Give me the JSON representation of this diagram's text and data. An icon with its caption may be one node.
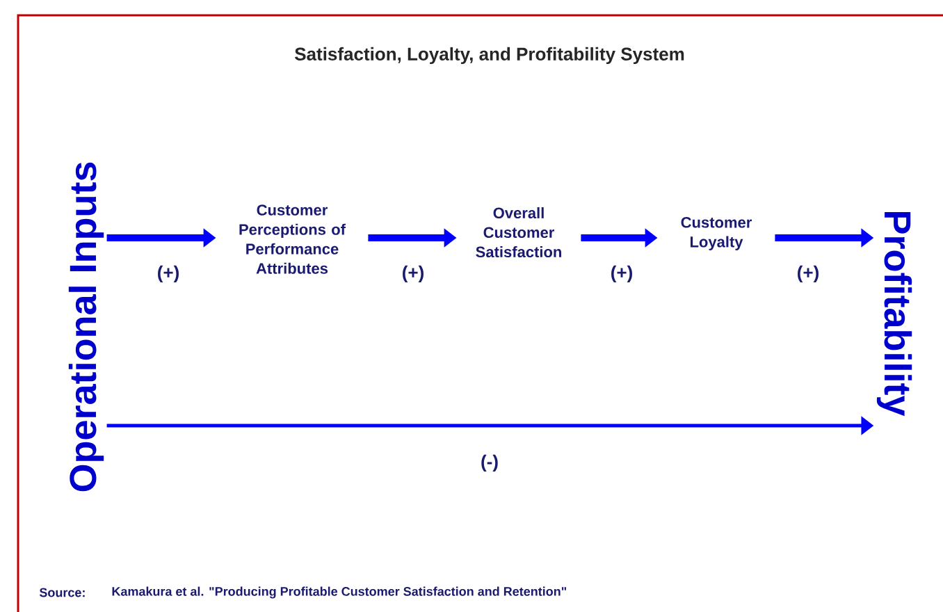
{
  "diagram": {
    "title": "Satisfaction, Loyalty, and Profitability System",
    "nodes": [
      {
        "text": [
          "Operational Inputs"
        ]
      },
      {
        "text": [
          "Customer Perceptions of Performance Attributes"
        ]
      },
      {
        "text": [
          "Overall Customer Satisfaction"
        ]
      },
      {
        "text": [
          "Customer Loyalty"
        ]
      },
      {
        "text": [
          "Profitability"
        ]
      }
    ],
    "edges": [
      {
        "from": 0,
        "to": 1,
        "arrow": "to",
        "label": "(+)"
      },
      {
        "from": 1,
        "to": 2,
        "arrow": "to",
        "label": "(+)"
      },
      {
        "from": 2,
        "to": 3,
        "arrow": "to",
        "label": "(+)"
      },
      {
        "from": 3,
        "to": 4,
        "arrow": "to",
        "label": "(+)"
      },
      {
        "from": 0,
        "to": 4,
        "arrow": "to",
        "label": "(-)"
      }
    ],
    "labels": [
      "Source:",
      "Kamakura et al. \"Producing Profitable Customer Satisfaction and Retention\""
    ]
  }
}
